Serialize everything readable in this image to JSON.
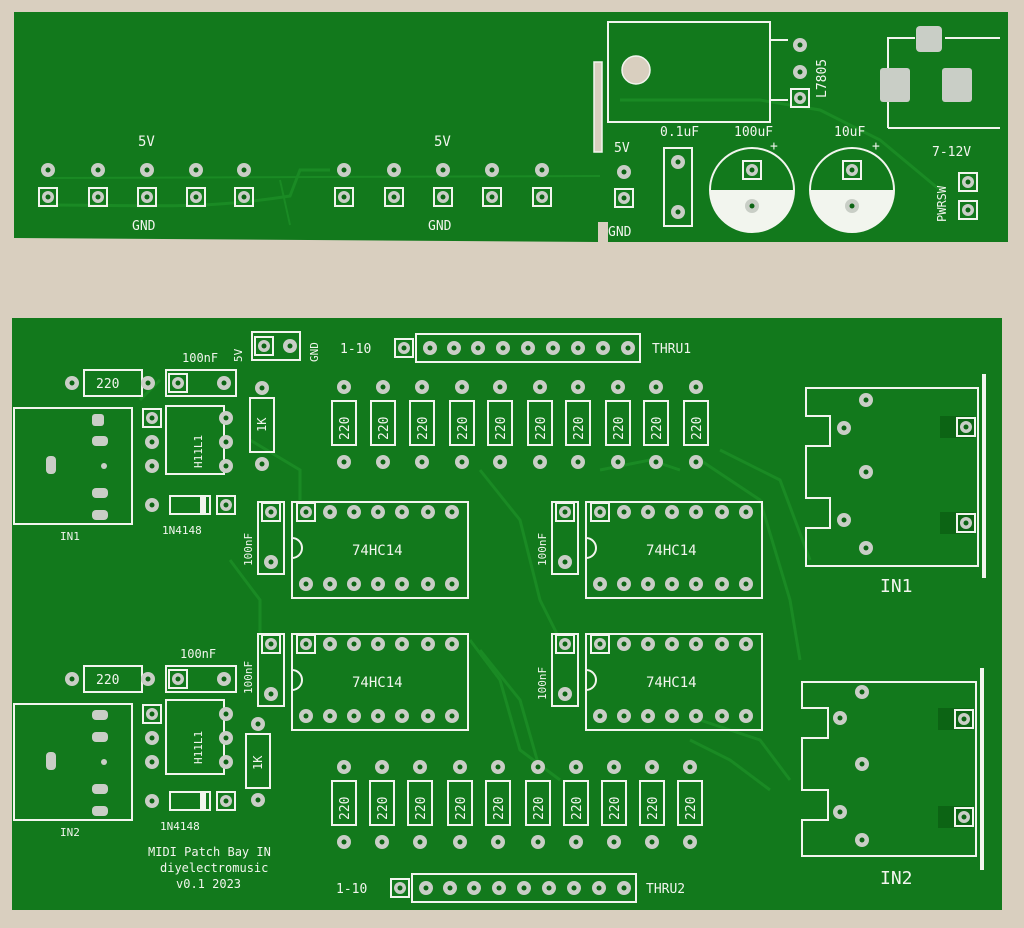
{
  "colors": {
    "background": "#d9cfbf",
    "pcb_green": "#12791c",
    "pcb_dark": "#0c6414",
    "trace": "#1a8a24",
    "silkscreen": "#f2f5ee",
    "pad": "#c9cec6"
  },
  "power_board": {
    "rail1_top": "5V",
    "rail1_bottom": "GND",
    "rail2_top": "5V",
    "rail2_bottom": "GND",
    "rail3_top": "5V",
    "rail3_bottom": "GND",
    "regulator": "L7805",
    "cap_small": "0.1uF",
    "cap_big1": "100uF",
    "cap_big2": "10uF",
    "plus": "+",
    "input_voltage": "7-12V",
    "switch": "PWRSW"
  },
  "midi_board": {
    "header_top_left": "1-10",
    "header_top_right": "THRU1",
    "header_bottom_left": "1-10",
    "header_bottom_right": "THRU2",
    "small_5v": "5V",
    "small_gnd": "GND",
    "res_220": "220",
    "res_1k": "1K",
    "cap_100nf": "100nF",
    "optocoupler": "H11L1",
    "diode": "1N4148",
    "ic": "74HC14",
    "jack_in1_small": "IN1",
    "jack_in2_small": "IN2",
    "din_in1": "IN1",
    "din_in2": "IN2",
    "credit_line1": "MIDI Patch Bay IN",
    "credit_line2": "diyelectromusic",
    "credit_line3": "v0.1 2023"
  }
}
